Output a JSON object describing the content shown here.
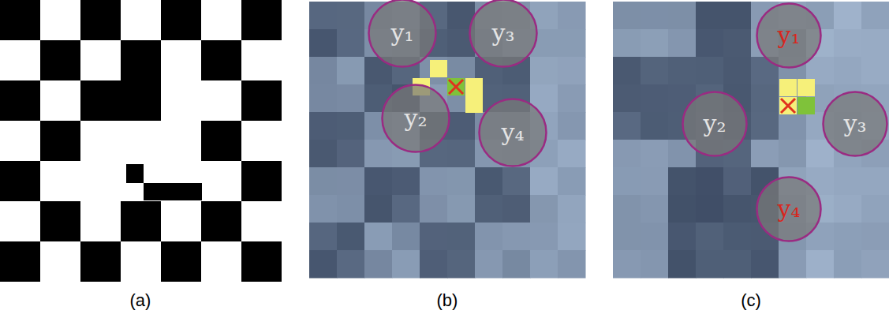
{
  "diagram": {
    "nodes": [
      {
        "text": [
          "y₁"
        ]
      },
      {
        "text": [
          "y₃"
        ]
      },
      {
        "text": [
          "y₂"
        ]
      },
      {
        "text": [
          "y₄"
        ]
      },
      {
        "text": [
          "y₁"
        ]
      },
      {
        "text": [
          "y₂"
        ]
      },
      {
        "text": [
          "y₃"
        ]
      },
      {
        "text": [
          "y₄"
        ]
      }
    ],
    "labels": [
      "(a)",
      "(b)",
      "(c)"
    ]
  }
}
